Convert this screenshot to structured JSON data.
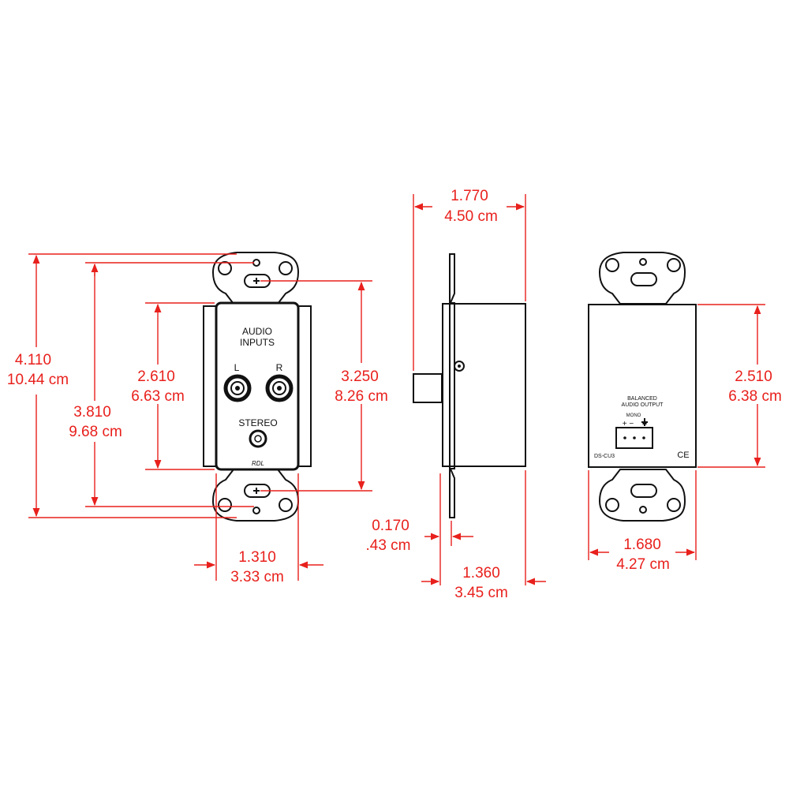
{
  "front_view": {
    "height_overall": {
      "in": "4.110",
      "cm": "10.44 cm"
    },
    "mount_spacing": {
      "in": "3.810",
      "cm": "9.68 cm"
    },
    "plate_height": {
      "in": "2.610",
      "cm": "6.63 cm"
    },
    "box_height": {
      "in": "3.250",
      "cm": "8.26 cm"
    },
    "plate_width": {
      "in": "1.310",
      "cm": "3.33 cm"
    },
    "panel": {
      "line1": "AUDIO",
      "line2": "INPUTS",
      "left_jack": "L",
      "right_jack": "R",
      "stereo": "STEREO",
      "brand": "RDL"
    }
  },
  "side_view": {
    "depth": {
      "in": "1.770",
      "cm": "4.50 cm"
    },
    "flange": {
      "in": "0.170",
      "cm": ".43 cm"
    },
    "body_depth": {
      "in": "1.360",
      "cm": "3.45 cm"
    }
  },
  "back_view": {
    "box_height": {
      "in": "2.510",
      "cm": "6.38 cm"
    },
    "box_width": {
      "in": "1.680",
      "cm": "4.27 cm"
    },
    "label_line1": "BALANCED",
    "label_line2": "AUDIO OUTPUT",
    "mono": "MONO",
    "terminal_symbols": "+ −",
    "model": "DS-CU3",
    "ce_mark": "CE"
  }
}
